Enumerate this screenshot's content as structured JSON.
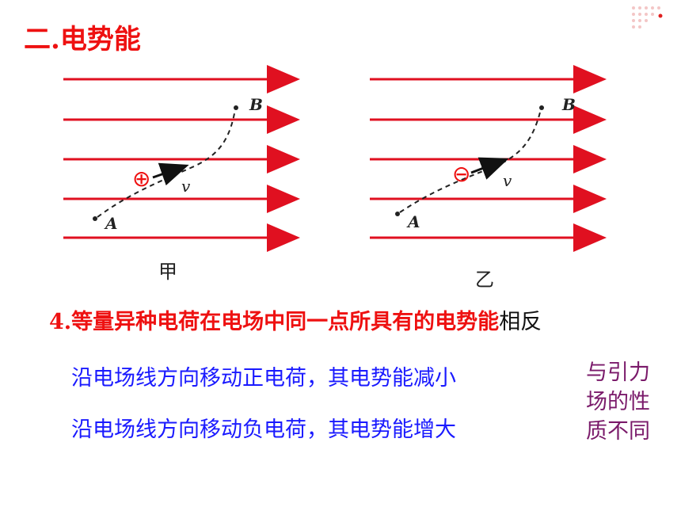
{
  "title": "二.电势能",
  "figures": [
    {
      "label": "甲",
      "charge_symbol": "⊕",
      "point_a": "A",
      "point_b": "B",
      "velocity": "v",
      "charge_color": "#ee1111"
    },
    {
      "label": "乙",
      "charge_symbol": "⊖",
      "point_a": "A",
      "point_b": "B",
      "velocity": "v",
      "charge_color": "#ee1111"
    }
  ],
  "statement": {
    "prefix": "4.等量异种电荷在电场中同一点所具有的电势能",
    "suffix": "相反"
  },
  "lines": [
    "沿电场线方向移动正电荷，其电势能减小",
    "沿电场线方向移动负电荷，其电势能增大"
  ],
  "note": [
    "与引力",
    "场的性",
    "质不同"
  ],
  "colors": {
    "red": "#ee1111",
    "blue": "#1a1aff",
    "purple": "#7a1a6a",
    "field_line": "#e01020"
  }
}
